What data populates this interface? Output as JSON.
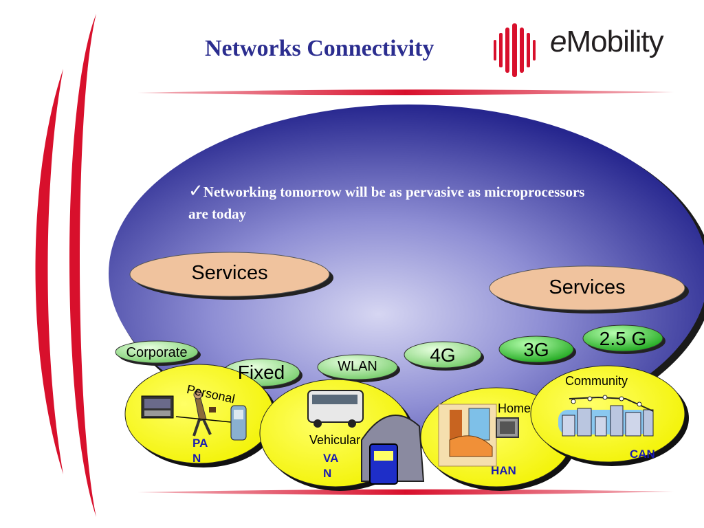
{
  "title": "Networks Connectivity",
  "logo": {
    "prefix": "e",
    "word": "Mobility"
  },
  "statement": {
    "check_glyph": "✓",
    "text": "Networking tomorrow will be as pervasive as microprocessors are today"
  },
  "services": [
    {
      "label": "Services"
    },
    {
      "label": "Services"
    }
  ],
  "pills": {
    "corporate": "Corporate",
    "fixed": "Fixed",
    "wlan": "WLAN",
    "g4": "4G",
    "g3": "3G",
    "g25": "2.5 G"
  },
  "networks": {
    "personal": {
      "label": "Personal",
      "abbr_line1": "PA",
      "abbr_line2": "N"
    },
    "vehicular": {
      "label": "Vehicular",
      "abbr_line1": "VA",
      "abbr_line2": "N"
    },
    "home": {
      "label": "Home",
      "abbr": "HAN"
    },
    "community": {
      "label": "Community",
      "abbr": "CAN"
    }
  },
  "colors": {
    "brand_red": "#d8102c",
    "title_blue": "#2b2d8f",
    "ellipse_dark": "#23238a",
    "ellipse_light": "#c9c9ee",
    "service_fill": "#f0c39e",
    "yellow": "#ffff00",
    "green_light": "#c4f0a0",
    "green_dark": "#22aa22",
    "abbr_blue": "#1a1ab0"
  }
}
